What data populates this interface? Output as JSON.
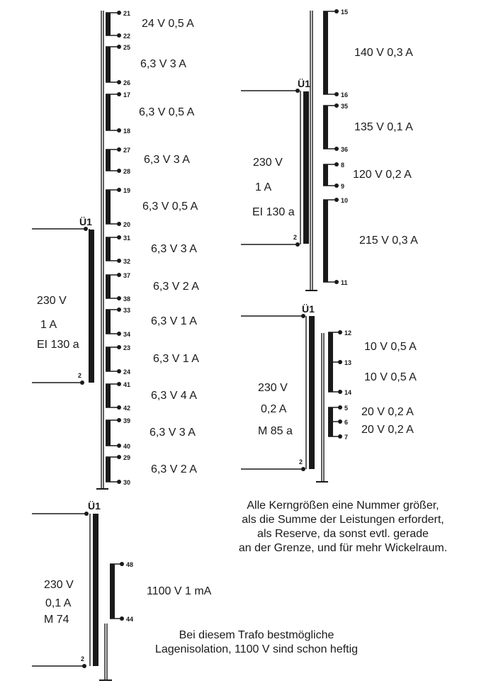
{
  "transformers": [
    {
      "id": "t1",
      "primary": {
        "name": "Ü1",
        "voltage": "230 V",
        "current": "1 A",
        "core": "EI 130 a",
        "end_pin": "2"
      },
      "windings": [
        {
          "pins": [
            "21",
            "22"
          ],
          "voltage": "24 V",
          "current": "0,5 A"
        },
        {
          "pins": [
            "25",
            "26"
          ],
          "voltage": "6,3 V",
          "current": "3 A"
        },
        {
          "pins": [
            "17",
            "18"
          ],
          "voltage": "6,3 V",
          "current": "0,5 A"
        },
        {
          "pins": [
            "27",
            "28"
          ],
          "voltage": "6,3 V",
          "current": "3 A"
        },
        {
          "pins": [
            "19",
            "20"
          ],
          "voltage": "6,3 V",
          "current": "0,5 A"
        },
        {
          "pins": [
            "31",
            "32"
          ],
          "voltage": "6,3 V",
          "current": "3 A"
        },
        {
          "pins": [
            "37",
            "38"
          ],
          "voltage": "6,3 V",
          "current": "2 A"
        },
        {
          "pins": [
            "33",
            "34"
          ],
          "voltage": "6,3 V",
          "current": "1 A"
        },
        {
          "pins": [
            "23",
            "24"
          ],
          "voltage": "6,3 V",
          "current": "1 A"
        },
        {
          "pins": [
            "41",
            "42"
          ],
          "voltage": "6,3 V",
          "current": "4 A"
        },
        {
          "pins": [
            "39",
            "40"
          ],
          "voltage": "6,3 V",
          "current": "3 A"
        },
        {
          "pins": [
            "29",
            "30"
          ],
          "voltage": "6,3 V",
          "current": "2 A"
        }
      ]
    },
    {
      "id": "t2",
      "primary": {
        "name": "Ü1",
        "voltage": "230 V",
        "current": "1 A",
        "core": "EI 130 a",
        "end_pin": "2"
      },
      "windings": [
        {
          "pins": [
            "15",
            "16"
          ],
          "voltage": "140 V",
          "current": "0,3 A"
        },
        {
          "pins": [
            "35",
            "36"
          ],
          "voltage": "135 V",
          "current": "0,1 A"
        },
        {
          "pins": [
            "8",
            "9"
          ],
          "voltage": "120 V",
          "current": "0,2 A"
        },
        {
          "pins": [
            "10",
            "11"
          ],
          "voltage": "215 V",
          "current": "0,3 A"
        }
      ]
    },
    {
      "id": "t3",
      "primary": {
        "name": "Ü1",
        "voltage": "230 V",
        "current": "0,2 A",
        "core": "M 85 a",
        "end_pin": "2"
      },
      "windings": [
        {
          "pins": [
            "12",
            "13",
            "14"
          ],
          "voltage": "10 V",
          "current": "0,5 A",
          "voltage2": "10 V",
          "current2": "0,5 A"
        },
        {
          "pins": [
            "5",
            "6",
            "7"
          ],
          "voltage": "20 V",
          "current": "0,2 A",
          "voltage2": "20 V",
          "current2": "0,2 A"
        }
      ]
    },
    {
      "id": "t4",
      "primary": {
        "name": "Ü1",
        "voltage": "230 V",
        "current": "0,1 A",
        "core": "M 74",
        "end_pin": "2"
      },
      "windings": [
        {
          "pins": [
            "48",
            "44"
          ],
          "voltage": "1100 V",
          "current": "1 mA"
        }
      ]
    }
  ],
  "notes": {
    "core_size": [
      "Alle Kerngrößen eine Nummer größer,",
      "als die Summe der Leistungen erfordert,",
      "als Reserve, da sonst evtl. gerade",
      "an der Grenze, und für mehr Wickelraum."
    ],
    "insulation": [
      "Bei diesem Trafo bestmögliche",
      "Lagenisolation, 1100 V sind schon heftig"
    ]
  }
}
